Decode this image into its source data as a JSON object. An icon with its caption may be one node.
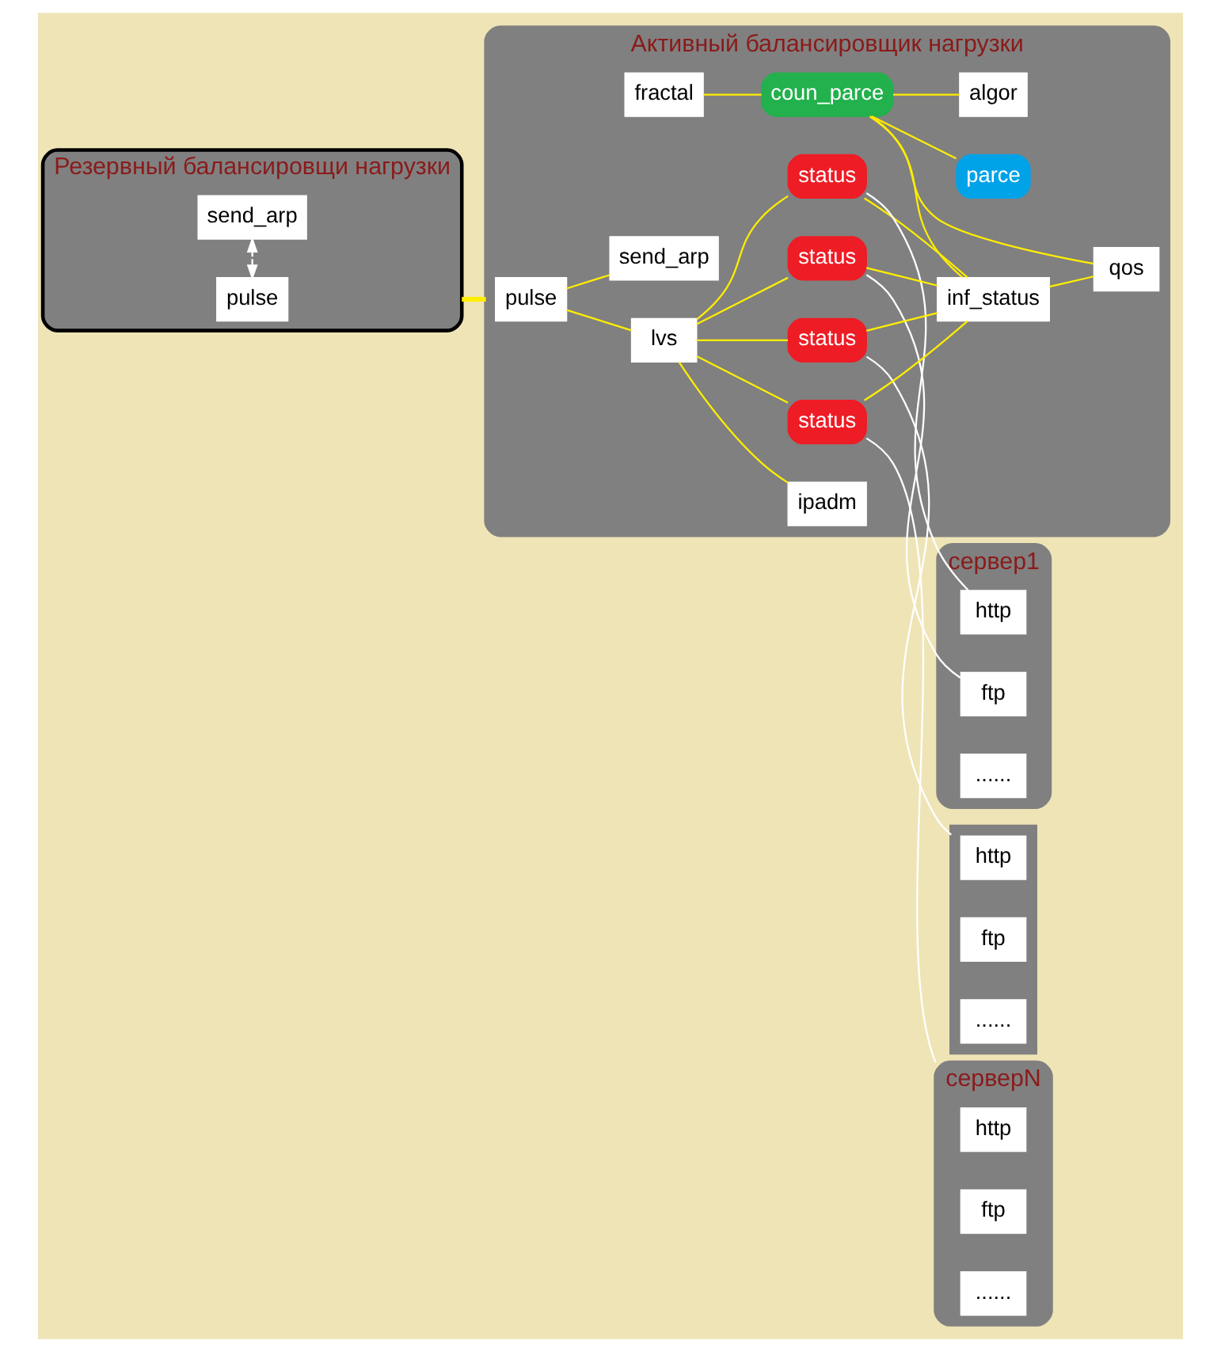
{
  "diagram": {
    "nodes": [
      {
        "text": [
          "Резервный балансировщи нагрузки"
        ]
      },
      {
        "text": [
          "pulse"
        ],
        "in": 0
      },
      {
        "text": [
          "send_arp"
        ],
        "in": 0
      },
      {
        "text": [
          "Активный балансировщик нагрузки"
        ]
      },
      {
        "text": [
          "pulse"
        ],
        "in": 3
      },
      {
        "text": [
          "ipadm"
        ],
        "in": 3
      },
      {
        "text": [
          "lvs"
        ],
        "in": 3
      },
      {
        "text": [
          "send_arp"
        ],
        "in": 3
      },
      {
        "text": [
          "status"
        ],
        "in": 3
      },
      {
        "text": [
          "status"
        ],
        "in": 3
      },
      {
        "text": [
          "status"
        ],
        "in": 3
      },
      {
        "text": [
          "status"
        ],
        "in": 3
      },
      {
        "text": [
          "fractal"
        ],
        "in": 3
      },
      {
        "text": [
          "coun_parce"
        ],
        "in": 3
      },
      {
        "text": [
          "algor"
        ],
        "in": 3
      },
      {
        "text": [
          "inf_status"
        ],
        "in": 3
      },
      {
        "text": [
          "qos"
        ],
        "in": 3
      },
      {
        "text": [
          "parce"
        ],
        "in": 3
      },
      {
        "text": [
          "сервер1"
        ]
      },
      {
        "text": [
          "http"
        ],
        "in": 18
      },
      {
        "text": [
          "ftp"
        ],
        "in": 18
      },
      {
        "text": [
          "......"
        ],
        "in": 18
      },
      {
        "text": [],
        "shape": "box"
      },
      {
        "text": [
          "http"
        ],
        "in": 22
      },
      {
        "text": [
          "ftp"
        ],
        "in": 22
      },
      {
        "text": [
          "......"
        ],
        "in": 22
      },
      {
        "text": [
          "серверN"
        ]
      },
      {
        "text": [
          "http"
        ],
        "in": 26
      },
      {
        "text": [
          "ftp"
        ],
        "in": 26
      },
      {
        "text": [
          "......"
        ],
        "in": 26
      }
    ],
    "edges": [
      {
        "from": 1,
        "to": 2,
        "arrow": "both",
        "style": "dashed",
        "color": "#ffffff"
      },
      {
        "from": 0,
        "to": 3,
        "arrow": "none",
        "style": "thick"
      },
      {
        "from": 4,
        "to": 6,
        "arrow": "none"
      },
      {
        "from": 4,
        "to": 7,
        "arrow": "none"
      },
      {
        "from": 6,
        "to": 5,
        "arrow": "none"
      },
      {
        "from": 6,
        "to": 8,
        "arrow": "none"
      },
      {
        "from": 6,
        "to": 9,
        "arrow": "none"
      },
      {
        "from": 6,
        "to": 10,
        "arrow": "none"
      },
      {
        "from": 6,
        "to": 11,
        "arrow": "none"
      },
      {
        "from": 8,
        "to": 19,
        "arrow": "none",
        "color": "#ffffff"
      },
      {
        "from": 9,
        "to": 20,
        "arrow": "none",
        "color": "#ffffff"
      },
      {
        "from": 10,
        "to": 22,
        "arrow": "none",
        "color": "#ffffff"
      },
      {
        "from": 11,
        "to": 26,
        "arrow": "none",
        "color": "#ffffff"
      },
      {
        "from": 8,
        "to": 15,
        "arrow": "none"
      },
      {
        "from": 9,
        "to": 15,
        "arrow": "none"
      },
      {
        "from": 10,
        "to": 15,
        "arrow": "none"
      },
      {
        "from": 11,
        "to": 15,
        "arrow": "none"
      },
      {
        "from": 12,
        "to": 13,
        "arrow": "none"
      },
      {
        "from": 13,
        "to": 14,
        "arrow": "none"
      },
      {
        "from": 13,
        "to": 15,
        "arrow": "none"
      },
      {
        "from": 15,
        "to": 16,
        "arrow": "none"
      },
      {
        "from": 13,
        "to": 16,
        "arrow": "none"
      },
      {
        "from": 13,
        "to": 17,
        "arrow": "none"
      }
    ]
  }
}
